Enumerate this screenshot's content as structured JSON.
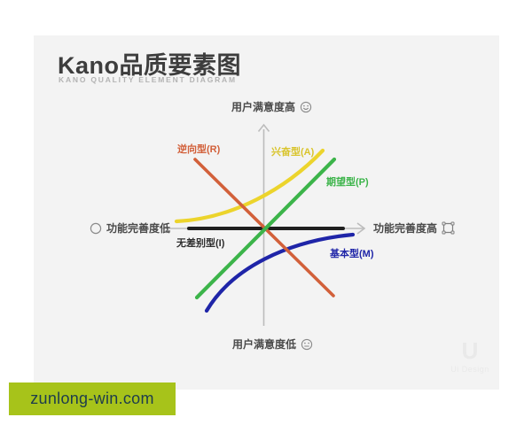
{
  "header": {
    "title": "Kano品质要素图",
    "subtitle": "KANO QUALITY ELEMENT DIAGRAM"
  },
  "axes": {
    "top_label": "用户满意度高",
    "bottom_label": "用户满意度低",
    "left_label": "功能完善度低",
    "right_label": "功能完善度高",
    "axis_color": "#bcbcbc",
    "icon_color": "#8a8a8a"
  },
  "curves": [
    {
      "key": "reverse",
      "label": "逆向型(R)",
      "color": "#d2603a",
      "shape": "descending-line"
    },
    {
      "key": "attractive",
      "label": "兴奋型(A)",
      "color": "#d9c42c",
      "stroke": "#ecd42c",
      "shape": "exponential-curve"
    },
    {
      "key": "performance",
      "label": "期望型(P)",
      "color": "#3cb44a",
      "shape": "ascending-line"
    },
    {
      "key": "indifferent",
      "label": "无差别型(I)",
      "color": "#2e2e2e",
      "stroke": "#1f1f1f",
      "shape": "horizontal-line"
    },
    {
      "key": "must_be",
      "label": "基本型(M)",
      "color": "#1f25a8",
      "shape": "logarithmic-curve"
    }
  ],
  "watermark": {
    "text": "zunlong-win.com",
    "background": "#a7c31a",
    "text_color": "#1d3c4d"
  },
  "logo": {
    "mark": "U",
    "text": "Ui Design"
  }
}
